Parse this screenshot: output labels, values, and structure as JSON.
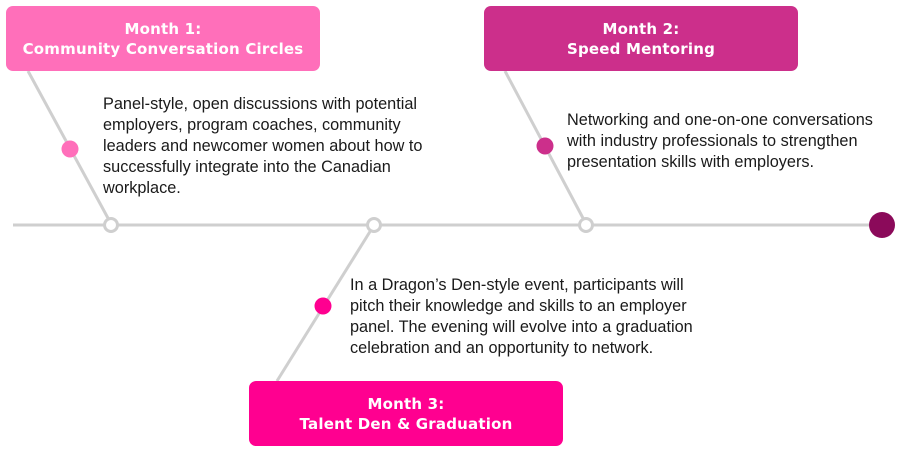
{
  "colors": {
    "month1": "#ff6fba",
    "month2": "#cc2f8b",
    "month3": "#ff0090",
    "end": "#8b0a5a",
    "line": "#cfcfcf"
  },
  "milestones": [
    {
      "title": "Month 1:",
      "subtitle": "Community Conversation Circles",
      "lines": [
        "Panel-style, open discussions with potential",
        "employers, program coaches, community",
        "leaders and newcomer women about how to",
        "successfully integrate into the Canadian",
        "workplace."
      ]
    },
    {
      "title": "Month 2:",
      "subtitle": "Speed Mentoring",
      "lines": [
        "Networking and one-on-one conversations",
        "with industry professionals to strengthen",
        "presentation skills with employers."
      ]
    },
    {
      "title": "Month 3:",
      "subtitle": "Talent Den & Graduation",
      "lines": [
        "In a Dragon’s Den-style event, participants will",
        "pitch their knowledge and skills to an employer",
        "panel. The evening will evolve into a graduation",
        "celebration and an opportunity to network."
      ]
    }
  ]
}
